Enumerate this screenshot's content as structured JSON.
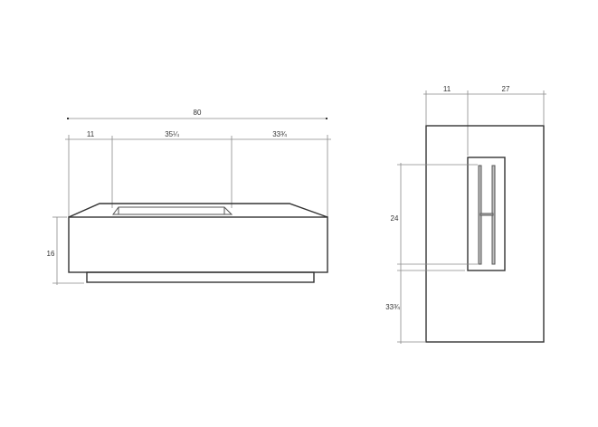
{
  "front_view": {
    "overall_width": "80",
    "segments": [
      "11",
      "35¼",
      "33¾"
    ],
    "height": "16"
  },
  "top_view": {
    "segments": [
      "11",
      "27"
    ],
    "burner_length": "24",
    "burner_offset": "33¾"
  },
  "colors": {
    "outline": "#333333",
    "dimension_line": "#8a8a8a",
    "background": "#ffffff"
  }
}
